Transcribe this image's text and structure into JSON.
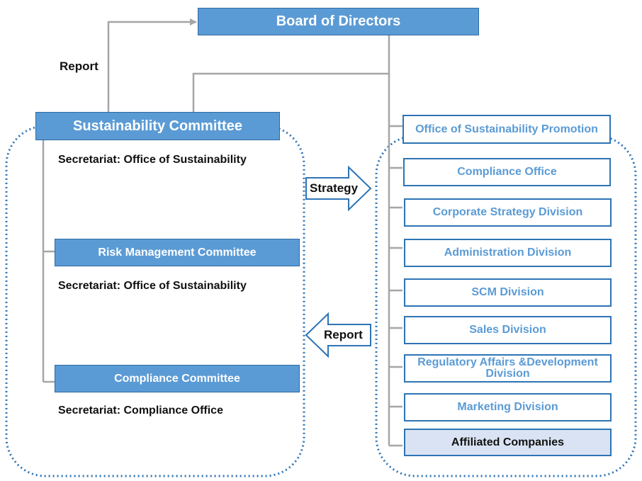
{
  "board": {
    "label": "Board of Directors"
  },
  "left_group": {
    "report_label": "Report",
    "sustainability_committee": {
      "label": "Sustainability Committee",
      "secretariat": "Secretariat: Office of Sustainability"
    },
    "risk_management_committee": {
      "label": "Risk Management Committee",
      "secretariat": "Secretariat: Office of Sustainability"
    },
    "compliance_committee": {
      "label": "Compliance Committee",
      "secretariat": "Secretariat: Compliance Office"
    }
  },
  "arrows": {
    "strategy": "Strategy",
    "report": "Report"
  },
  "right_group": {
    "office_promotion": "Office of Sustainability Promotion",
    "divisions": [
      "Compliance Office",
      "Corporate Strategy Division",
      "Administration Division",
      "SCM Division",
      "Sales Division",
      "Regulatory Affairs &Development Division",
      "Marketing Division"
    ],
    "affiliated": "Affiliated Companies"
  },
  "colors": {
    "box_fill": "#5b9bd5",
    "box_border": "#2e74b5",
    "connector": "#a6a6a6",
    "dotted_frame": "#2e74b5",
    "affiliated_fill": "#dae3f3"
  }
}
